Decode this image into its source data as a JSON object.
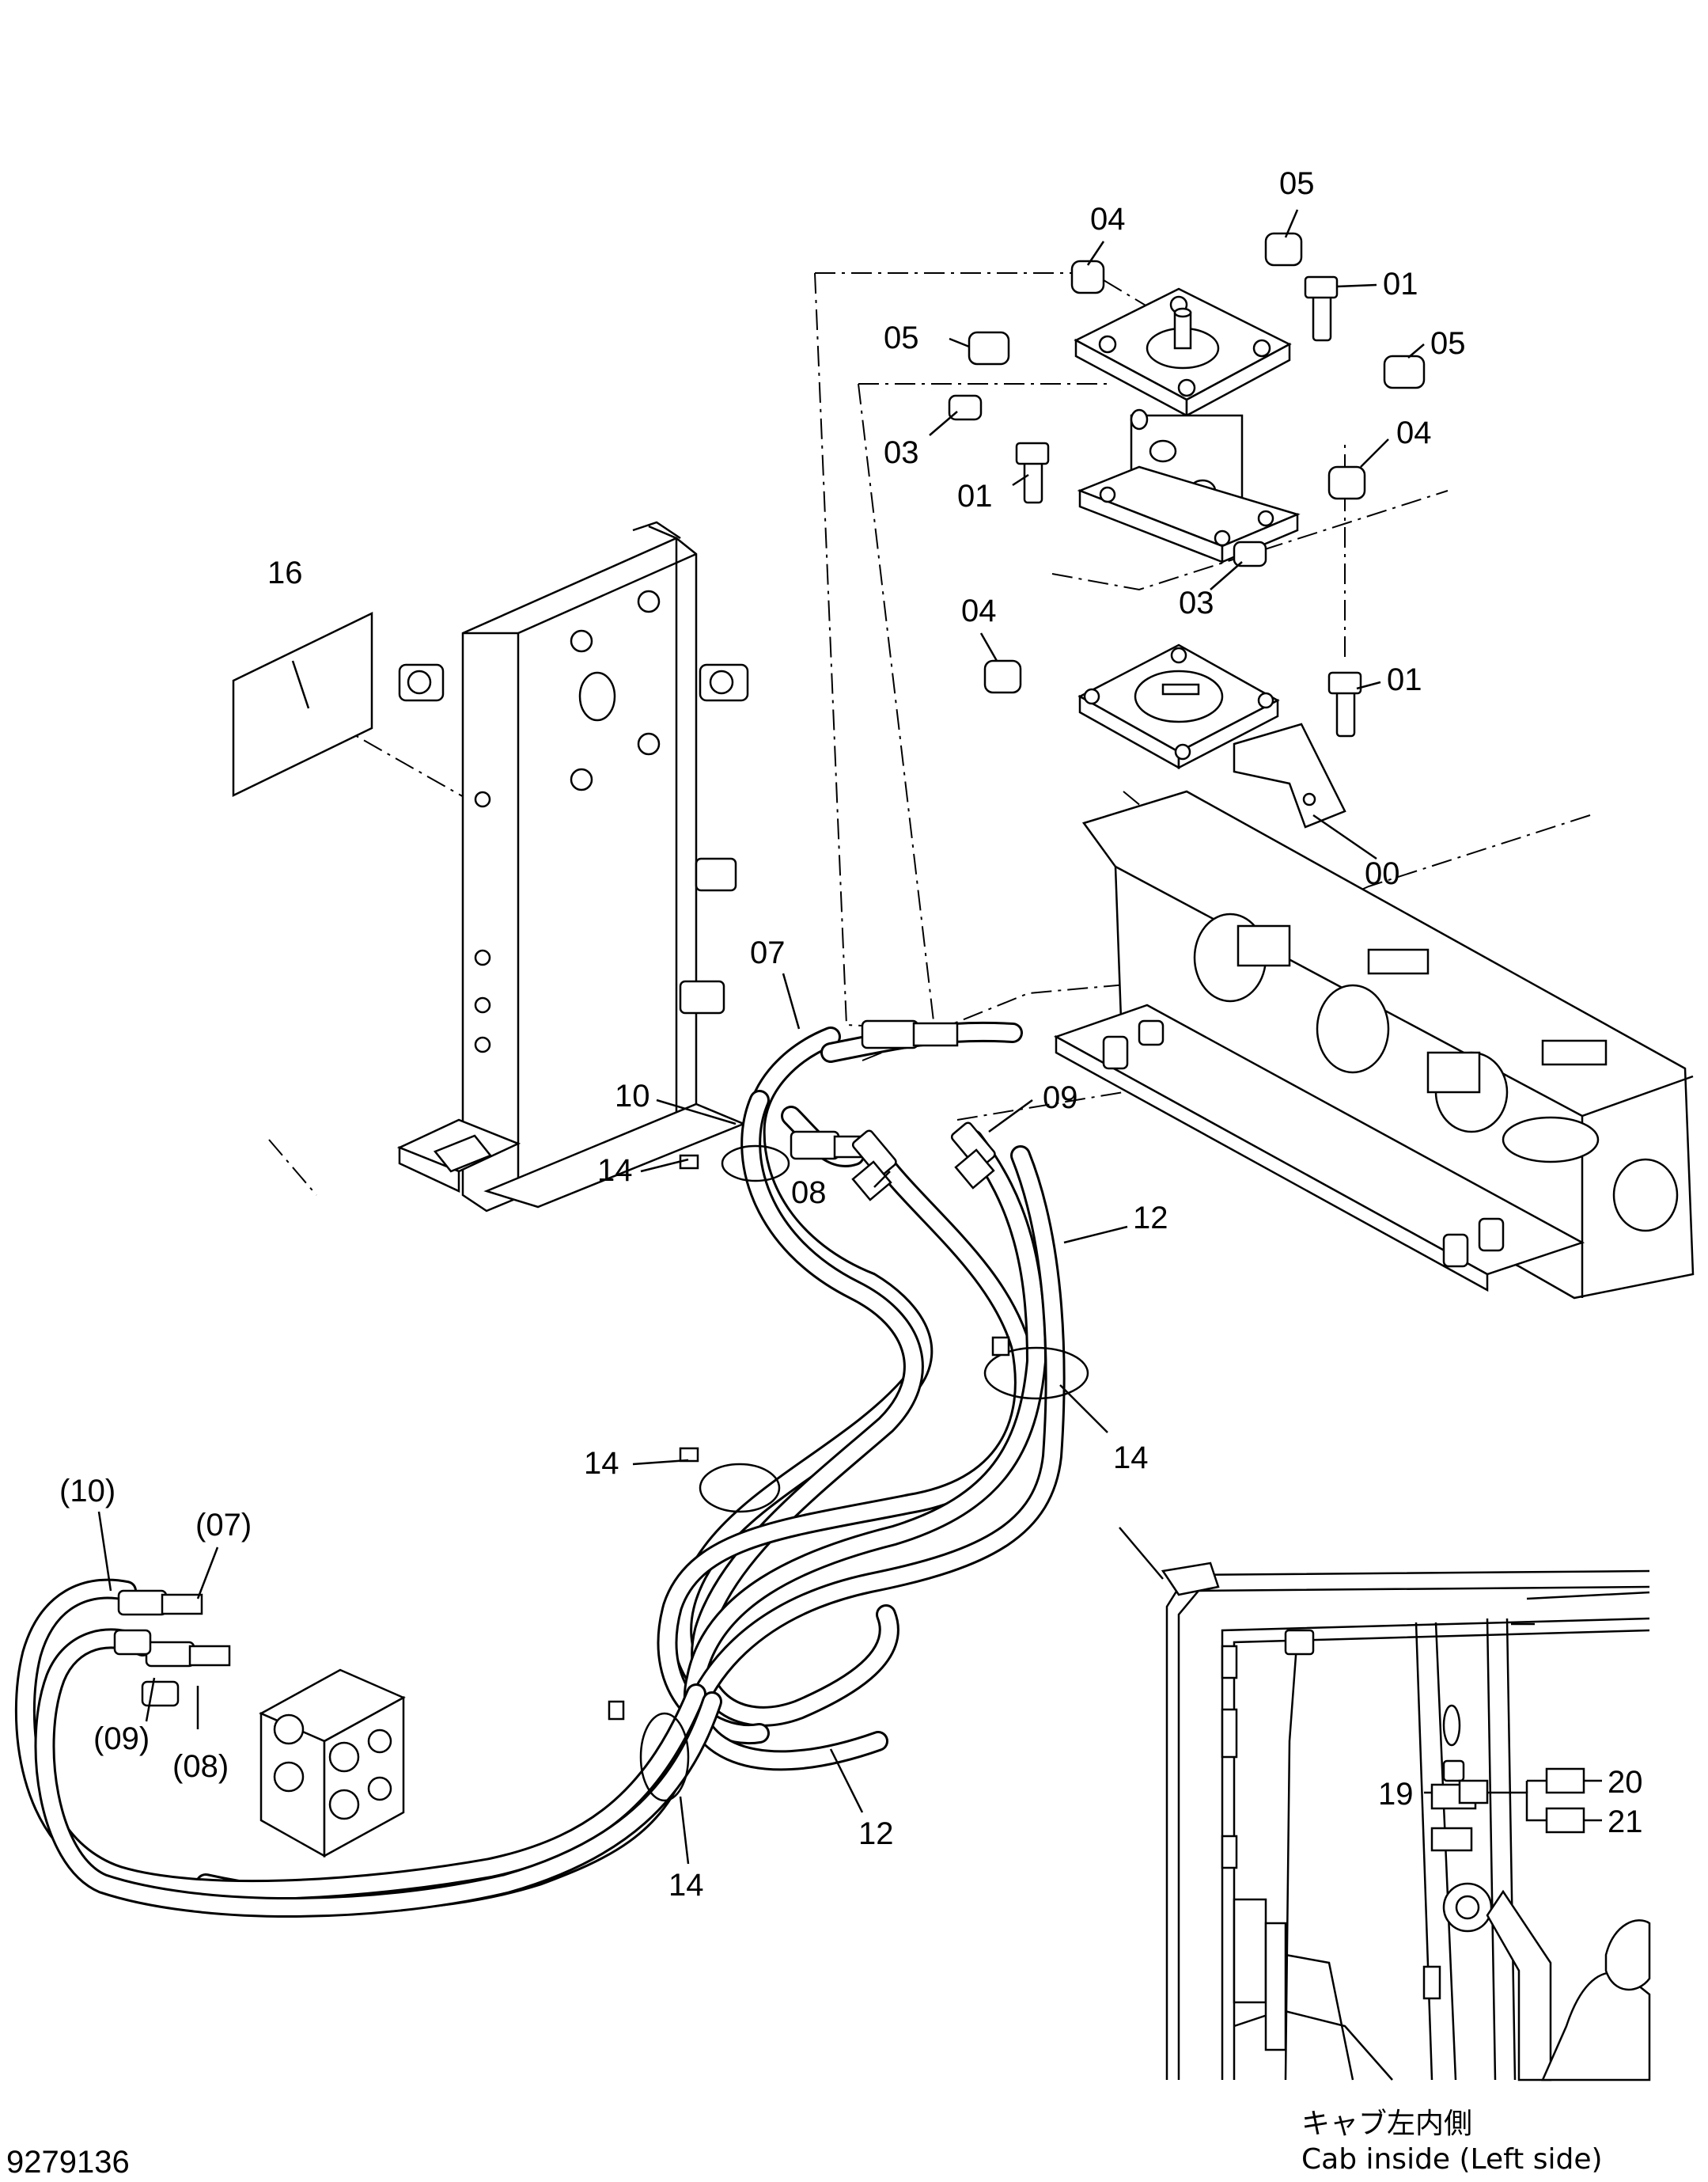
{
  "diagram_id": "9279136",
  "part_labels": {
    "p00": "00",
    "p01a": "01",
    "p01b": "01",
    "p01c": "01",
    "p03a": "03",
    "p03b": "03",
    "p04a": "04",
    "p04b": "04",
    "p04c": "04",
    "p05a": "05",
    "p05b": "05",
    "p05c": "05",
    "p07": "07",
    "p07p": "(07)",
    "p08": "08",
    "p08p": "(08)",
    "p09": "09",
    "p09p": "(09)",
    "p10": "10",
    "p10p": "(10)",
    "p12a": "12",
    "p12b": "12",
    "p14a": "14",
    "p14b": "14",
    "p14c": "14",
    "p14d": "14",
    "p16": "16",
    "p19": "19",
    "p20": "20",
    "p21": "21"
  },
  "inset_caption_jp": "キャブ左内側",
  "inset_caption_en": "Cab inside (Left side)"
}
